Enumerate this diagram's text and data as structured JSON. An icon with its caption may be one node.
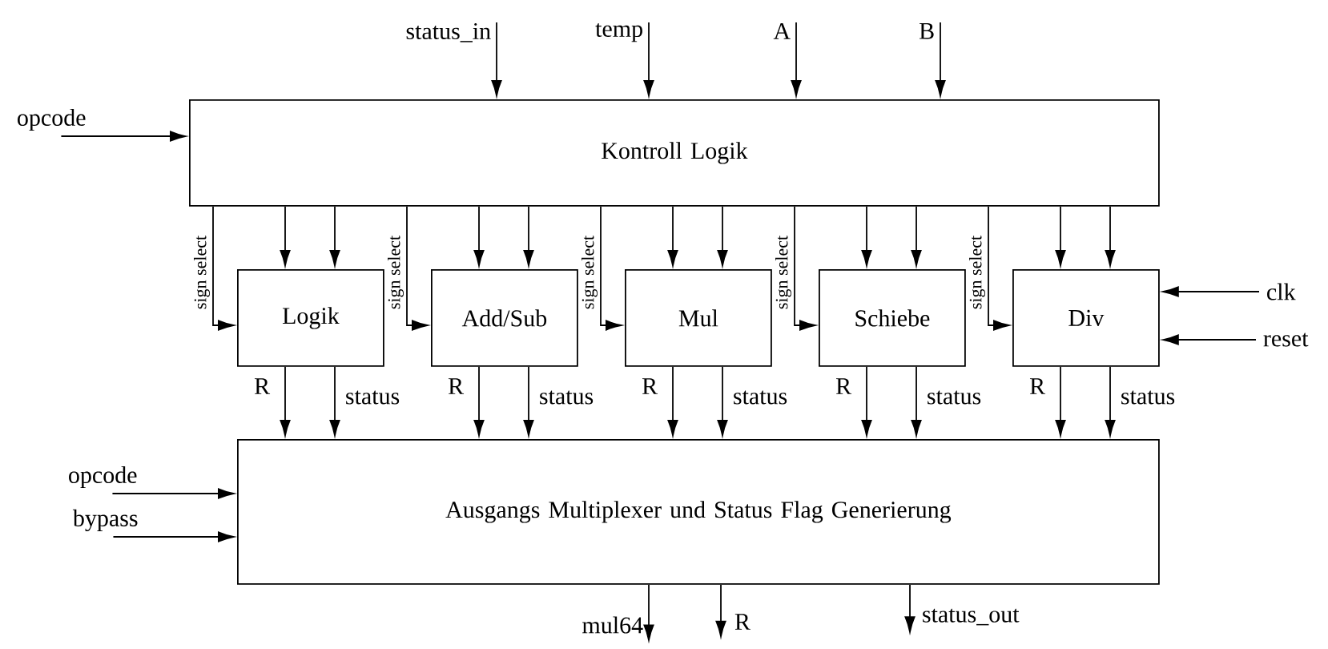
{
  "diagram": {
    "nodes": [
      {
        "text": [
          "status_in"
        ]
      },
      {
        "text": [
          "temp"
        ]
      },
      {
        "text": [
          "A"
        ]
      },
      {
        "text": [
          "B"
        ]
      },
      {
        "text": [
          "opcode"
        ]
      },
      {
        "text": [
          "Kontroll Logik"
        ]
      },
      {
        "text": [
          "Logik"
        ]
      },
      {
        "text": [
          "Add/Sub"
        ]
      },
      {
        "text": [
          "Mul"
        ]
      },
      {
        "text": [
          "Schiebe"
        ]
      },
      {
        "text": [
          "Div"
        ]
      },
      {
        "text": [
          "clk"
        ]
      },
      {
        "text": [
          "reset"
        ]
      },
      {
        "text": [
          "opcode"
        ]
      },
      {
        "text": [
          "bypass"
        ]
      },
      {
        "text": [
          "Ausgangs Multiplexer und Status Flag Generierung"
        ]
      },
      {
        "text": [
          "mul64"
        ]
      },
      {
        "text": [
          "R"
        ]
      },
      {
        "text": [
          "status_out"
        ]
      }
    ],
    "edges": [
      {
        "from": 0,
        "to": 5,
        "arrow": "to"
      },
      {
        "from": 1,
        "to": 5,
        "arrow": "to"
      },
      {
        "from": 2,
        "to": 5,
        "arrow": "to"
      },
      {
        "from": 3,
        "to": 5,
        "arrow": "to"
      },
      {
        "from": 4,
        "to": 5,
        "arrow": "to"
      },
      {
        "from": 5,
        "to": 6,
        "arrow": "to",
        "label": "sign select"
      },
      {
        "from": 5,
        "to": 6,
        "arrow": "to"
      },
      {
        "from": 5,
        "to": 6,
        "arrow": "to"
      },
      {
        "from": 5,
        "to": 7,
        "arrow": "to",
        "label": "sign select"
      },
      {
        "from": 5,
        "to": 7,
        "arrow": "to"
      },
      {
        "from": 5,
        "to": 7,
        "arrow": "to"
      },
      {
        "from": 5,
        "to": 8,
        "arrow": "to",
        "label": "sign select"
      },
      {
        "from": 5,
        "to": 8,
        "arrow": "to"
      },
      {
        "from": 5,
        "to": 8,
        "arrow": "to"
      },
      {
        "from": 5,
        "to": 9,
        "arrow": "to",
        "label": "sign select"
      },
      {
        "from": 5,
        "to": 9,
        "arrow": "to"
      },
      {
        "from": 5,
        "to": 9,
        "arrow": "to"
      },
      {
        "from": 5,
        "to": 10,
        "arrow": "to",
        "label": "sign select"
      },
      {
        "from": 5,
        "to": 10,
        "arrow": "to"
      },
      {
        "from": 5,
        "to": 10,
        "arrow": "to"
      },
      {
        "from": 11,
        "to": 10,
        "arrow": "to"
      },
      {
        "from": 12,
        "to": 10,
        "arrow": "to"
      },
      {
        "from": 6,
        "to": 15,
        "arrow": "to",
        "label": "R"
      },
      {
        "from": 6,
        "to": 15,
        "arrow": "to",
        "label": "status"
      },
      {
        "from": 7,
        "to": 15,
        "arrow": "to",
        "label": "R"
      },
      {
        "from": 7,
        "to": 15,
        "arrow": "to",
        "label": "status"
      },
      {
        "from": 8,
        "to": 15,
        "arrow": "to",
        "label": "R"
      },
      {
        "from": 8,
        "to": 15,
        "arrow": "to",
        "label": "status"
      },
      {
        "from": 9,
        "to": 15,
        "arrow": "to",
        "label": "R"
      },
      {
        "from": 9,
        "to": 15,
        "arrow": "to",
        "label": "status"
      },
      {
        "from": 10,
        "to": 15,
        "arrow": "to",
        "label": "R"
      },
      {
        "from": 10,
        "to": 15,
        "arrow": "to",
        "label": "status"
      },
      {
        "from": 13,
        "to": 15,
        "arrow": "to"
      },
      {
        "from": 14,
        "to": 15,
        "arrow": "to"
      },
      {
        "from": 15,
        "to": 16,
        "arrow": "to"
      },
      {
        "from": 15,
        "to": 17,
        "arrow": "to"
      },
      {
        "from": 15,
        "to": 18,
        "arrow": "to"
      }
    ]
  }
}
